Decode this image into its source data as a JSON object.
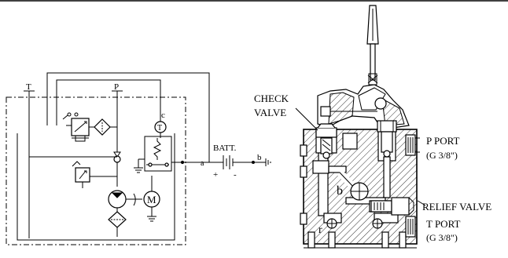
{
  "schematic": {
    "labels": {
      "tank_port": "T",
      "pressure_port": "P",
      "node_a": "a",
      "node_b": "b",
      "node_c": "c",
      "battery": "BATT.",
      "battery_plus": "+",
      "battery_minus": "-",
      "temp_switch": "T",
      "motor": "M"
    }
  },
  "section_view": {
    "labels": {
      "check_valve_line1": "CHECK",
      "check_valve_line2": "VALVE",
      "p_port": "P PORT",
      "p_port_thread": "(G 3/8\")",
      "relief_valve": "RELIEF VALVE",
      "t_port": "T PORT",
      "t_port_thread": "(G 3/8\")",
      "node_b": "b",
      "node_r": "r"
    }
  }
}
